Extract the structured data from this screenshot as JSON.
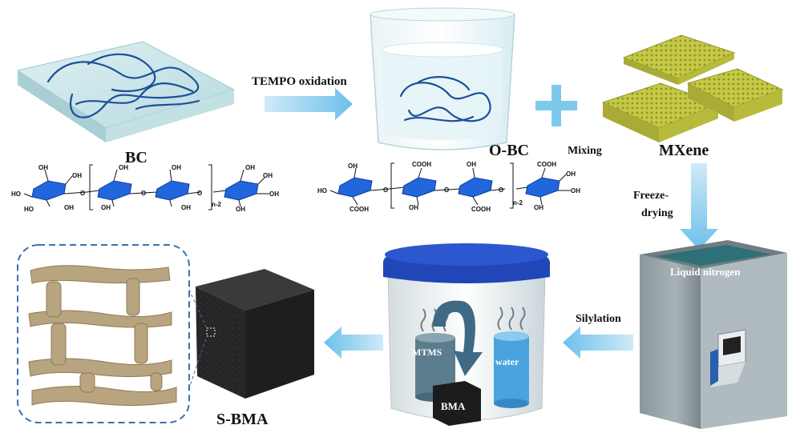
{
  "labels": {
    "bc": "BC",
    "obc": "O-BC",
    "mxene": "MXene",
    "sbma": "S-BMA",
    "mtms": "MTMS",
    "water": "water",
    "bma": "BMA",
    "liquid_nitrogen": "Liquid nitrogen"
  },
  "steps": {
    "tempo": "TEMPO oxidation",
    "mixing": "Mixing",
    "freeze_line1": "Freeze-",
    "freeze_line2": "drying",
    "silylation": "Silylation"
  },
  "chem": {
    "oh": "OH",
    "ho": "HO",
    "o": "O",
    "cooh": "COOH",
    "n2": "n-2"
  },
  "colors": {
    "arrow": "#7ec8ec",
    "ring": "#1d5fd6",
    "cube": "#2b2b2b",
    "mxene": "#c9c94a",
    "nitrogen": "#7b8e96",
    "lid": "#2146b8"
  }
}
